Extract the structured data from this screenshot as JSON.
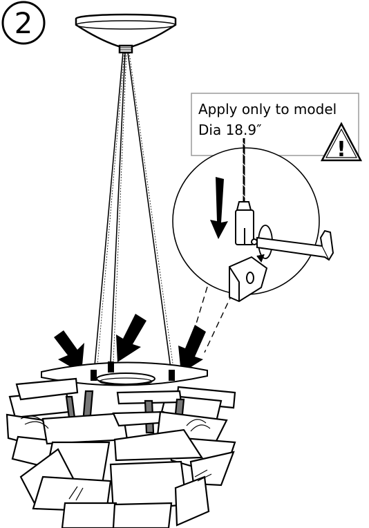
{
  "step": {
    "number": "2"
  },
  "callout": {
    "line1": "Apply only to model",
    "line2": "Dia 18.9″"
  },
  "warning": {
    "symbol": "!"
  },
  "icons": {
    "step_badge": "circled-number-icon",
    "warning": "warning-triangle-icon",
    "arrow": "down-arrow-icon",
    "hex_key": "hex-key-icon",
    "rotate": "rotate-icon"
  },
  "colors": {
    "ink": "#000000",
    "paper": "#ffffff",
    "frame": "#9a9a9a"
  }
}
